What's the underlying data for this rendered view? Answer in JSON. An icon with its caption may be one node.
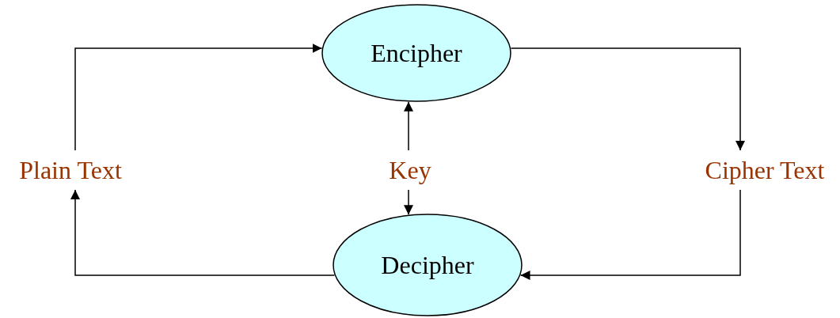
{
  "diagram": {
    "nodes": [
      {
        "text": [
          "Encipher"
        ]
      },
      {
        "text": [
          "Plain Text"
        ]
      },
      {
        "text": [
          "Key"
        ]
      },
      {
        "text": [
          "Cipher Text"
        ]
      },
      {
        "text": [
          "Decipher"
        ]
      }
    ],
    "edges": [
      {
        "from": 1,
        "to": 0,
        "arrow": "to"
      },
      {
        "from": 0,
        "to": 3,
        "arrow": "to"
      },
      {
        "from": 3,
        "to": 4,
        "arrow": "to"
      },
      {
        "from": 4,
        "to": 1,
        "arrow": "to"
      },
      {
        "from": 2,
        "to": 0,
        "arrow": "to"
      },
      {
        "from": 2,
        "to": 4,
        "arrow": "to"
      }
    ]
  }
}
